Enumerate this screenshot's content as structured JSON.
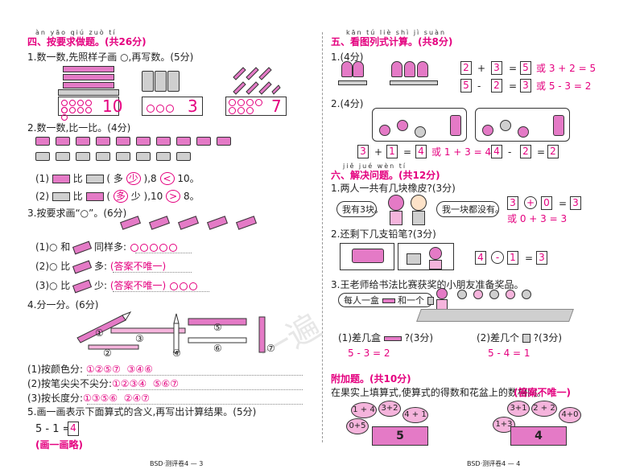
{
  "left": {
    "sec4_pinyin": "àn yāo qiú zuò tí",
    "sec4_title": "四、按要求做题。(共26分)",
    "q1": "1.数一数,先照样子画 ○,再写数。(5分)",
    "q1_answers": [
      "10",
      "3",
      "7"
    ],
    "q2": "2.数一数,比一比。(4分)",
    "q2_line1": [
      "(1)",
      "比",
      "(",
      "多",
      "少",
      "),8",
      "<",
      "10。"
    ],
    "q2_line2": [
      "(2)",
      "比",
      "(",
      "多",
      "少",
      "),10",
      ">",
      "8。"
    ],
    "q3": "3.按要求画“○”。(6分)",
    "q3_l1": [
      "(1)○ 和",
      "同样多:"
    ],
    "q3_l2": [
      "(2)○ 比",
      "多:",
      "(答案不唯一)"
    ],
    "q3_l3": [
      "(3)○ 比",
      "少:",
      "(答案不唯一)"
    ],
    "q4": "4.分一分。(6分)",
    "q4_labels": [
      "①",
      "②",
      "③",
      "④",
      "⑤",
      "⑥",
      "⑦"
    ],
    "q4_a1": [
      "(1)按颜色分:",
      "①②⑤⑦",
      "③④⑥"
    ],
    "q4_a2": [
      "(2)按笔尖尖不尖分:",
      "①②③④",
      "⑤⑥⑦"
    ],
    "q4_a3": [
      "(3)按长度分:",
      "①③⑤⑥",
      "②④⑦"
    ],
    "q5": "5.画一画表示下面算式的含义,再写出计算结果。(5分)",
    "q5_eq": "5 - 1 =",
    "q5_ans": "4",
    "q5_note": "(画一画略)",
    "footer": "BSD·测评卷4 — 3"
  },
  "right": {
    "sec5_pinyin": "kān tú liè shì jì suàn",
    "sec5_title": "五、看图列式计算。(共8分)",
    "q1": "1.(4分)",
    "r1_eq1": [
      "2",
      "+",
      "3",
      "=",
      "5",
      "或 3 + 2 = 5"
    ],
    "r1_eq2": [
      "5",
      "-",
      "2",
      "=",
      "3",
      "或 5 - 3 = 2"
    ],
    "q2": "2.(4分)",
    "r2_eq1": [
      "3",
      "+",
      "1",
      "=",
      "4",
      "或 1 + 3 = 4"
    ],
    "r2_eq2": [
      "4",
      "-",
      "2",
      "=",
      "2"
    ],
    "sec6_pinyin": "jiě jué wèn tí",
    "sec6_title": "六、解决问题。(共12分)",
    "s1": "1.两人一共有几块橡皮?(3分)",
    "s1_bubble1": "我有3块。",
    "s1_bubble2": "我一块都没有。",
    "s1_eq": [
      "3",
      "+",
      "0",
      "=",
      "3"
    ],
    "s1_alt": "或 0 + 3 = 3",
    "s2": "2.还剩下几支铅笔?(3分)",
    "s2_eq": [
      "4",
      "-",
      "1",
      "=",
      "3"
    ],
    "s3": "3.王老师给书法比赛获奖的小朋友准备奖品。",
    "s3_bubble": [
      "每人一盒",
      "和一个"
    ],
    "s3_q1": [
      "(1)差几盒",
      "?(3分)"
    ],
    "s3_a1": "5 - 3 = 2",
    "s3_q2": [
      "(2)差几个",
      "?(3分)"
    ],
    "s3_a2": "5 - 4 = 1",
    "bonus_title": "附加题。(共10分)",
    "bonus_text": "在果实上填算式,使算式的得数和花盆上的数相同。",
    "bonus_note": "(答案不唯一)",
    "pot1_fruits": [
      "1 + 4",
      "3+2",
      "4 + 1",
      "0+5"
    ],
    "pot1_num": "5",
    "pot2_fruits": [
      "3+1",
      "2 + 2",
      "4+0",
      "1+3"
    ],
    "pot2_num": "4",
    "footer": "BSD·测评卷4 — 4"
  },
  "watermark": "一遍",
  "colors": {
    "accent": "#e4007f",
    "pink": "#f5b4dc",
    "pink_dark": "#e47ac6"
  }
}
